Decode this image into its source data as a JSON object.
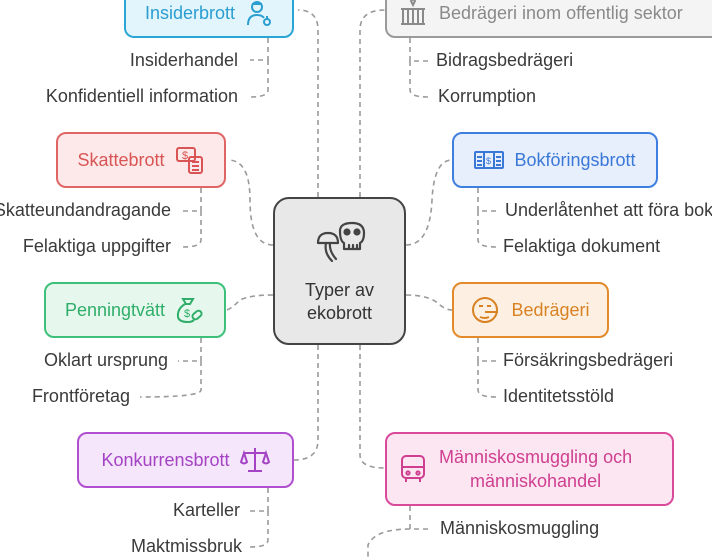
{
  "center": {
    "line1": "Typer av",
    "line2": "ekobrott",
    "icon": "skull-mushroom-icon"
  },
  "branches": [
    {
      "id": "insiderbrott",
      "label": "Insiderbrott",
      "icon": "insider-user-icon",
      "color": "#2aa6d6",
      "fill": "#e3f5fc",
      "items": [
        "Insiderhandel",
        "Konfidentiell information"
      ]
    },
    {
      "id": "skattebrott",
      "label": "Skattebrott",
      "icon": "tax-money-icon",
      "color": "#e06565",
      "fill": "#fde9e9",
      "items": [
        "Skatteundandragande",
        "Felaktiga uppgifter"
      ]
    },
    {
      "id": "penningtvatt",
      "label": "Penningtvätt",
      "icon": "money-bag-icon",
      "color": "#3ec07a",
      "fill": "#e6f8ee",
      "items": [
        "Oklart ursprung",
        "Frontföretag"
      ]
    },
    {
      "id": "konkurrensbrott",
      "label": "Konkurrensbrott",
      "icon": "scales-icon",
      "color": "#b04fd0",
      "fill": "#f5e6fb",
      "items": [
        "Karteller",
        "Maktmissbruk"
      ]
    },
    {
      "id": "offentlig",
      "label": "Bedrägeri inom offentlig sektor",
      "icon": "government-building-icon",
      "color": "#9a9a9a",
      "fill": "#f4f4f4",
      "items": [
        "Bidragsbedrägeri",
        "Korrumption"
      ]
    },
    {
      "id": "bokforing",
      "label": "Bokföringsbrott",
      "icon": "ledger-icon",
      "color": "#3f7fe0",
      "fill": "#e7effc",
      "items": [
        "Underlåtenhet att föra bok",
        "Felaktiga dokument"
      ]
    },
    {
      "id": "bedrageri",
      "label": "Bedrägeri",
      "icon": "lying-face-icon",
      "color": "#e28a2c",
      "fill": "#fdf0e2",
      "items": [
        "Försäkringsbedrägeri",
        "Identitetsstöld"
      ]
    },
    {
      "id": "manniskosmuggling",
      "label": "Människosmuggling och människohandel",
      "label_line1": "Människosmuggling och",
      "label_line2": "människohandel",
      "icon": "bus-icon",
      "color": "#d94a9a",
      "fill": "#fce6f2",
      "items": [
        "Människosmuggling"
      ]
    }
  ]
}
